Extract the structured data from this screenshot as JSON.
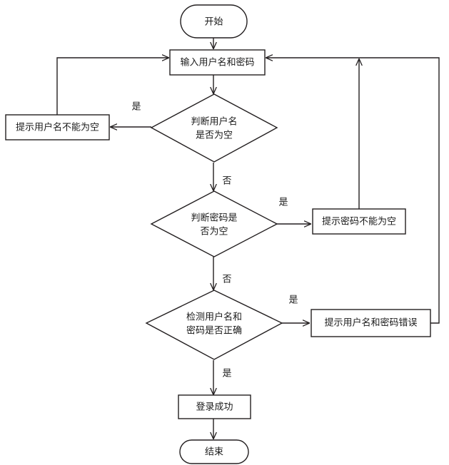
{
  "diagram": {
    "kind": "flowchart",
    "orientation": "top-to-bottom",
    "background_color": "#ffffff",
    "stroke_color": "#231f20",
    "text_color": "#1a1a1a",
    "nodes": {
      "start": {
        "label": "开始",
        "shape": "rounded-terminator"
      },
      "input": {
        "label": "输入用户名和密码",
        "shape": "rectangle"
      },
      "check_username_empty": {
        "label_line1": "判断用户名",
        "label_line2": "是否为空",
        "shape": "diamond"
      },
      "warn_username_empty": {
        "label": "提示用户名不能为空",
        "shape": "rectangle"
      },
      "check_password_empty": {
        "label_line1": "判断密码是",
        "label_line2": "否为空",
        "shape": "diamond"
      },
      "warn_password_empty": {
        "label": "提示密码不能为空",
        "shape": "rectangle"
      },
      "check_credentials": {
        "label_line1": "检测用户名和",
        "label_line2": "密码是否正确",
        "shape": "diamond"
      },
      "warn_credentials_wrong": {
        "label": "提示用户名和密码错误",
        "shape": "rectangle"
      },
      "login_success": {
        "label": "登录成功",
        "shape": "rectangle"
      },
      "end": {
        "label": "结束",
        "shape": "rounded-terminator"
      }
    },
    "edge_labels": {
      "username_empty_yes": "是",
      "username_empty_no": "否",
      "password_empty_yes": "是",
      "password_empty_no": "否",
      "credentials_yes": "是",
      "credentials_no": "是"
    }
  }
}
